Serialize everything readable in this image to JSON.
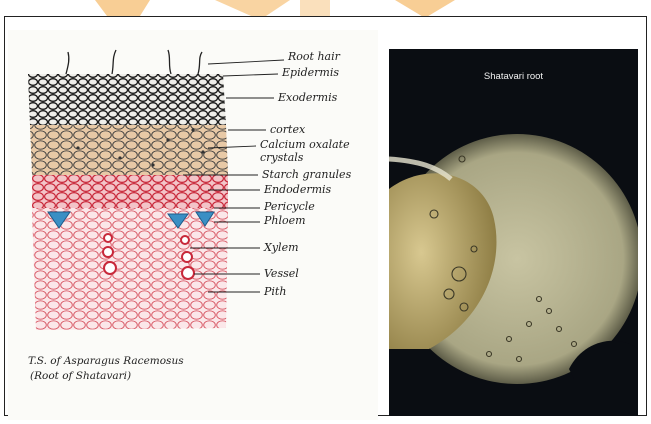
{
  "diagram": {
    "labels": [
      "Root hair",
      "Epidermis",
      "Exodermis",
      "cortex",
      "Calcium oxalate",
      "crystals",
      "Starch granules",
      "Endodermis",
      "Pericycle",
      "Phloem",
      "Xylem",
      "Vessel",
      "Pith"
    ],
    "caption_line1": "T.S. of Asparagus Racemosus",
    "caption_line2": "(Root of Shatavari)"
  },
  "photo": {
    "title": "Shatavari root"
  },
  "colors": {
    "watermark": "#f6c27a",
    "epidermis": "#2a2a2a",
    "cortex": "#c9a37a",
    "endodermis": "#d23b4a",
    "phloem": "#3a8fc4",
    "photo_bg": "#0a0d12",
    "photo_field": "#bdb893"
  }
}
